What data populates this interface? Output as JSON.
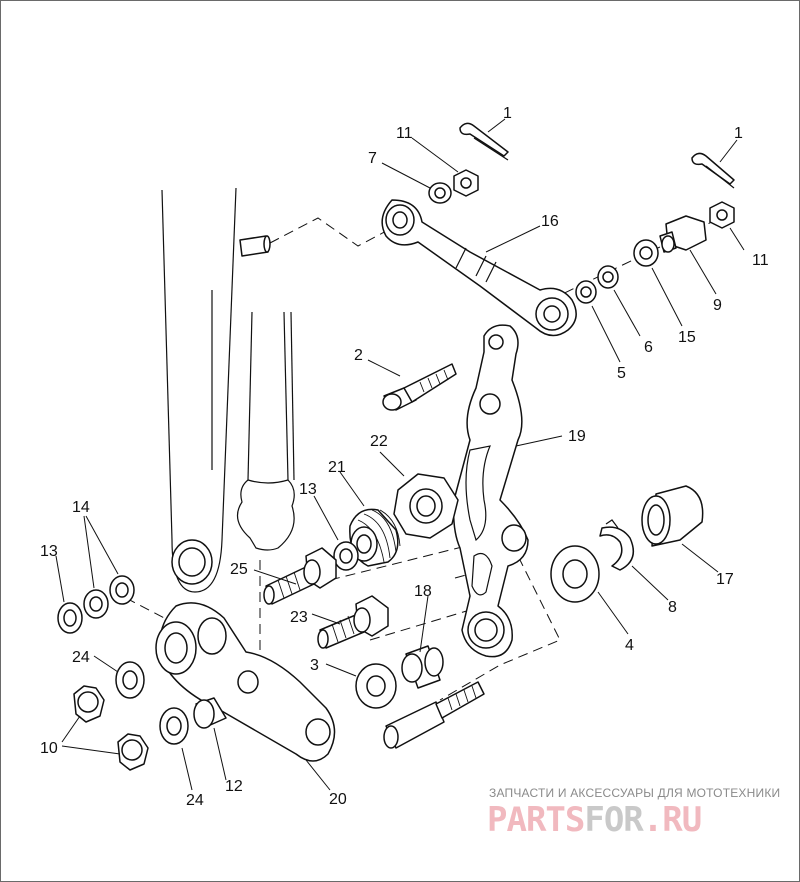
{
  "callouts": [
    {
      "id": "c1a",
      "text": "1"
    },
    {
      "id": "c1b",
      "text": "1"
    },
    {
      "id": "c2",
      "text": "2"
    },
    {
      "id": "c3",
      "text": "3"
    },
    {
      "id": "c4",
      "text": "4"
    },
    {
      "id": "c5",
      "text": "5"
    },
    {
      "id": "c6",
      "text": "6"
    },
    {
      "id": "c7",
      "text": "7"
    },
    {
      "id": "c8",
      "text": "8"
    },
    {
      "id": "c9",
      "text": "9"
    },
    {
      "id": "c10",
      "text": "10"
    },
    {
      "id": "c11a",
      "text": "11"
    },
    {
      "id": "c11b",
      "text": "11"
    },
    {
      "id": "c12",
      "text": "12"
    },
    {
      "id": "c13a",
      "text": "13"
    },
    {
      "id": "c13b",
      "text": "13"
    },
    {
      "id": "c14",
      "text": "14"
    },
    {
      "id": "c15",
      "text": "15"
    },
    {
      "id": "c16",
      "text": "16"
    },
    {
      "id": "c17",
      "text": "17"
    },
    {
      "id": "c18",
      "text": "18"
    },
    {
      "id": "c19",
      "text": "19"
    },
    {
      "id": "c20",
      "text": "20"
    },
    {
      "id": "c21",
      "text": "21"
    },
    {
      "id": "c22",
      "text": "22"
    },
    {
      "id": "c23",
      "text": "23"
    },
    {
      "id": "c24a",
      "text": "24"
    },
    {
      "id": "c24b",
      "text": "24"
    },
    {
      "id": "c25",
      "text": "25"
    }
  ],
  "watermark": {
    "caption": "ЗАПЧАСТИ И АКСЕССУАРЫ ДЛЯ МОТОТЕХНИКИ",
    "logo_part1": "PARTS",
    "logo_part2": "FOR",
    "logo_part3": ".RU"
  }
}
